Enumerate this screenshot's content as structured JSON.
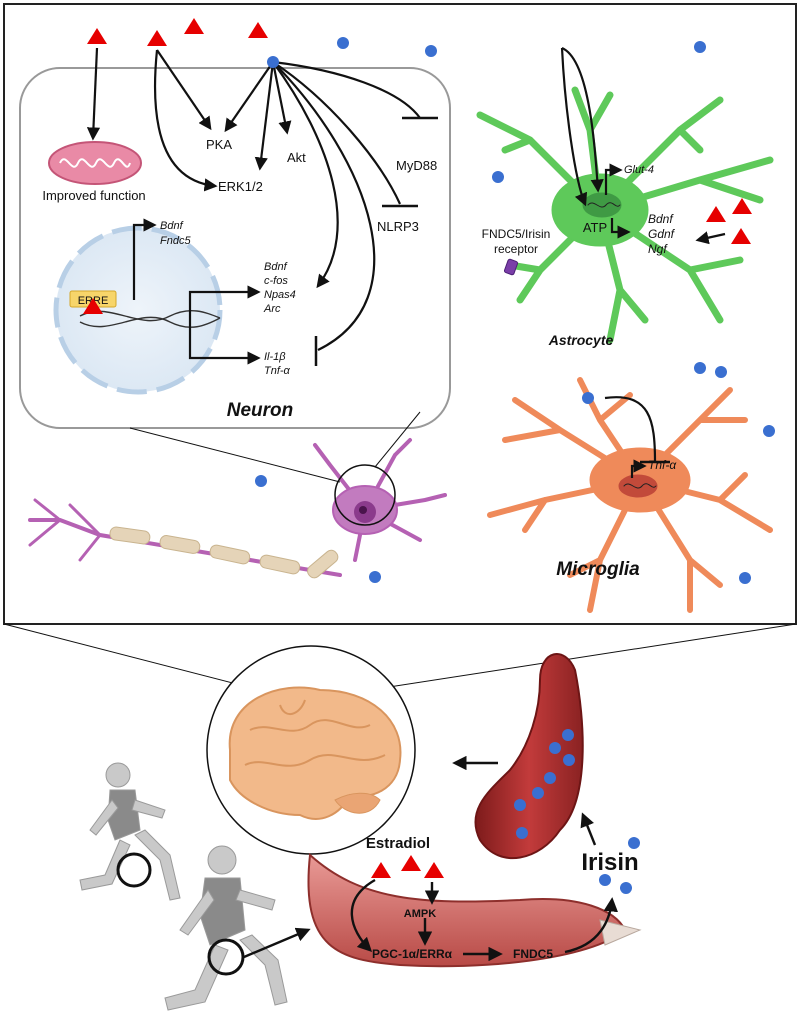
{
  "neuron": {
    "title": "Neuron",
    "improved_function": "Improved  function",
    "pka": "PKA",
    "akt": "Akt",
    "erk": "ERK1/2",
    "myd88": "MyD88",
    "nlrp3": "NLRP3",
    "erre": "ERRE",
    "genes_top": [
      "Bdnf",
      "Fndc5"
    ],
    "genes_mid": [
      "Bdnf",
      "c-fos",
      "Npas4",
      "Arc"
    ],
    "genes_bottom": [
      "Il-1β",
      "Tnf-α"
    ]
  },
  "astrocyte": {
    "title": "Astrocyte",
    "glut4": "Glut-4",
    "atp": "ATP",
    "receptor_line1": "FNDC5/Irisin",
    "receptor_line2": "receptor",
    "genes": [
      "Bdnf",
      "Gdnf",
      "Ngf"
    ]
  },
  "microglia": {
    "title": "Microglia",
    "gene": "Tnf-α"
  },
  "body": {
    "estradiol": "Estradiol",
    "ampk": "AMPK",
    "pgc": "PGC-1α/ERRα",
    "fndc5": "FNDC5",
    "irisin": "Irisin"
  },
  "colors": {
    "estradiol_triangle": "#e60000",
    "irisin_dot": "#3a6fd0",
    "astrocyte": "#5ec95a",
    "microglia": "#ef8a5a",
    "neuron": "#b561b3",
    "muscle": "#c0504d",
    "vessel": "#a83232",
    "brain": "#f2b98a"
  }
}
